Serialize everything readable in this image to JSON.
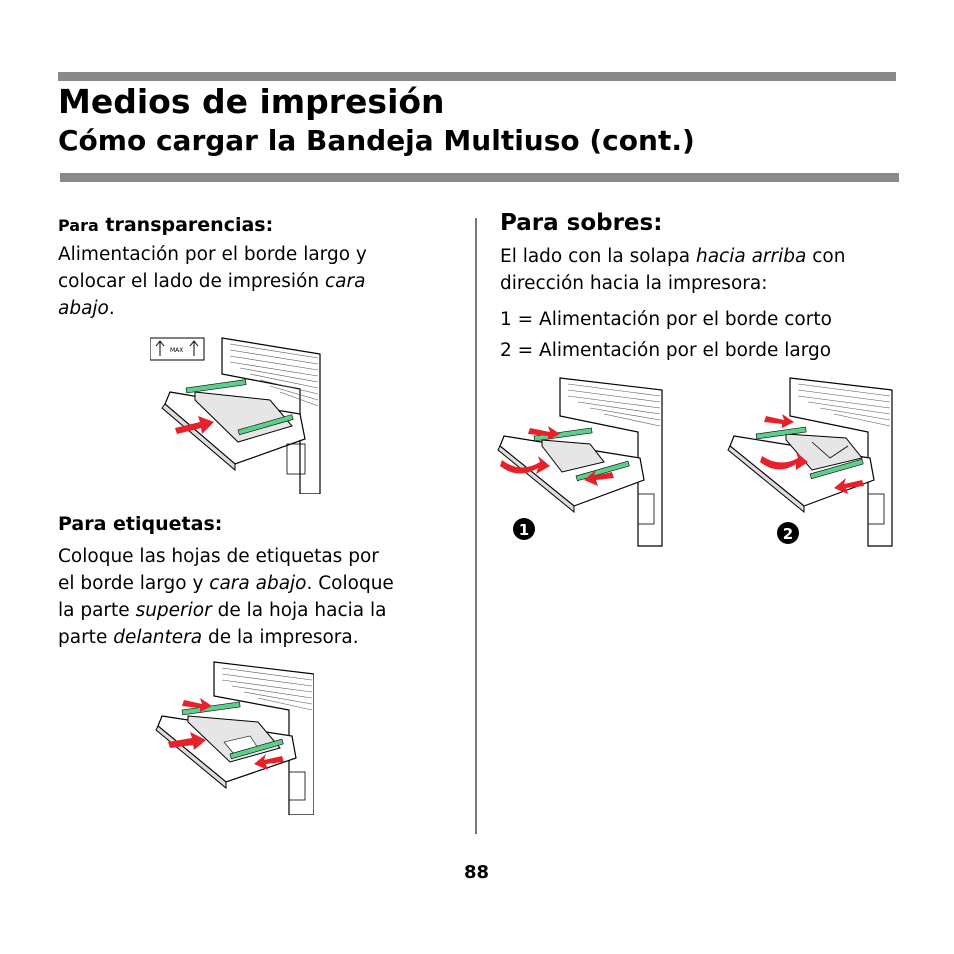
{
  "header": {
    "title": "Medios de impresión",
    "subtitle": "Cómo cargar la Bandeja Multiuso (cont.)"
  },
  "transparencias": {
    "heading_small": "Para",
    "heading_rest": " transparencias:",
    "line1": "Alimentación por el borde largo y",
    "line2_a": "colocar el lado de impresión ",
    "line2_b": "cara",
    "line3_a": "abajo",
    "line3_b": ".",
    "figure_label": "MAX"
  },
  "etiquetas": {
    "heading": "Para etiquetas:",
    "line1": "Coloque las hojas de etiquetas por",
    "line2_a": "el borde largo y ",
    "line2_b": "cara abajo",
    "line2_c": ". Coloque",
    "line3_a": "la parte ",
    "line3_b": "superior",
    "line3_c": " de la hoja hacia la",
    "line4_a": "parte ",
    "line4_b": "delantera",
    "line4_c": " de la impresora."
  },
  "sobres": {
    "heading": "Para sobres:",
    "line1_a": "El lado con la solapa ",
    "line1_b": "hacia arriba",
    "line1_c": " con",
    "line2": "dirección hacia la impresora:",
    "item1": "1 = Alimentación por el borde corto",
    "item2": "2 = Alimentación por el borde largo",
    "badge1": "1",
    "badge2": "2"
  },
  "footer": {
    "page_number": "88"
  },
  "colors": {
    "rule": "#8a8a8a",
    "guide_green": "#5ccf8a",
    "arrow_red": "#e8202a"
  }
}
